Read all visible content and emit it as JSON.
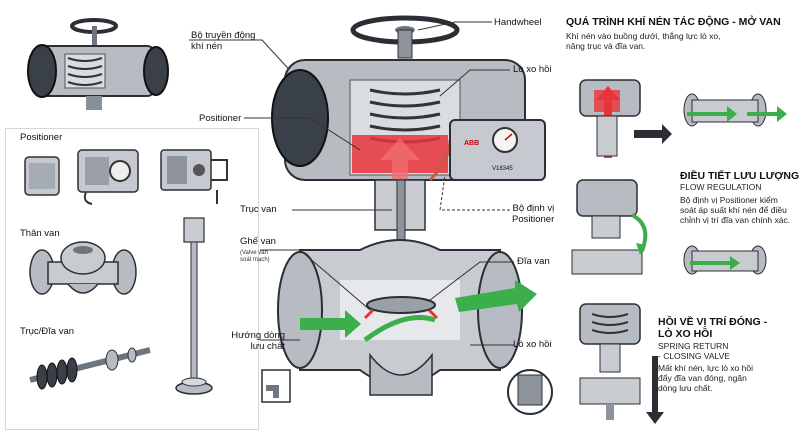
{
  "left_panel": {
    "actuator_label": "Bộ truyền động khí nén",
    "positioner_label": "Positioner",
    "body_label": "Thân van",
    "stem_disc_label": "Trục/Đĩa van"
  },
  "main_diagram": {
    "handwheel": "Handwheel",
    "return_spring": "Lò xo hồi",
    "positioner": "Positioner",
    "stem": "Trục van",
    "positioner_vi": "Bộ định vị\nPositioner",
    "seat": "Ghế van",
    "seat_note": "(Valve van\nsoát mạch)",
    "disc": "Đĩa van",
    "flow": "Hướng dòng\nlưu chất",
    "return_spring_bottom": "Lò xo hồi",
    "brand_text": "ABB",
    "model_text": "V18345"
  },
  "right_panel": {
    "section1_title": "QUÁ TRÌNH KHÍ NÉN TÁC ĐỘNG - MỞ VAN",
    "section1_text": "Khí nén vào buồng dưới, thắng lực lò xo,\nnâng trục và đĩa van.",
    "section2_title": "ĐIỀU TIẾT LƯU LƯỢNG",
    "section2_subtitle": "FLOW REGULATION",
    "section2_text": "Bộ định vị Positioner kiểm\nsoát áp suất khí nén để điều\nchỉnh vị trí đĩa van chính xác.",
    "section3_title": "HỒI VỀ VỊ TRÍ ĐÓNG -\nLÒ XO HỒI",
    "section3_subtitle": "SPRING RETURN\n- CLOSING VALVE",
    "section3_text": "Mất khí nén, lực lò xo hồi\nđẩy đĩa van đóng, ngăn\ndòng lưu chất."
  },
  "colors": {
    "metal": "#b7bcc3",
    "metal_dark": "#6e757e",
    "air_red": "#e8333a",
    "flow_green": "#3cae4c",
    "outline": "#2b2f35"
  }
}
